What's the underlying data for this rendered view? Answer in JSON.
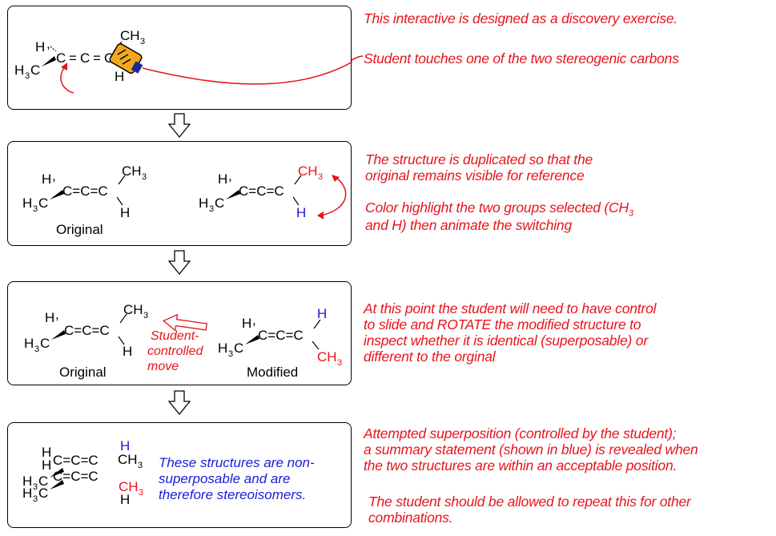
{
  "panels": [
    {
      "atoms": {
        "h_top": "H",
        "h3c": "H",
        "c1": "C",
        "eq1": "=",
        "c2": "C",
        "eq2": "=",
        "c3": "C",
        "ch3": "CH",
        "ch3_sub": "3",
        "h_bottom": "H",
        "h3c_sub": "3",
        "h3c_c": "C"
      }
    },
    {
      "label_left": "Original"
    },
    {
      "label_left": "Original",
      "label_right": "Modified",
      "move_label": [
        "Student-",
        "controlled",
        "move"
      ]
    },
    {
      "statement": [
        "These structures are non-",
        "superposable and are",
        "therefore stereoisomers."
      ]
    }
  ],
  "notes": {
    "n1": "This interactive is designed as a discovery exercise.",
    "n2": "Student touches one of the two stereogenic carbons",
    "n3_line1": "The structure is duplicated so that the",
    "n3_line2": "original remains visible for reference",
    "n4_line1": "Color highlight the two groups selected (CH",
    "n4_sub": "3",
    "n4_line2": "and H) then animate the switching",
    "n5_line1": "At this point the student will need to have control",
    "n5_line2": "to slide and ROTATE the modified structure to",
    "n5_line3": "inspect whether it is identical (superposable) or",
    "n5_line4": "different to the orginal",
    "n6_line1": "Attempted superposition (controlled by the student);",
    "n6_line2": "a summary statement (shown in blue) is revealed when",
    "n6_line3": "the two structures are within an acceptable position.",
    "n7_line1": "The student should be allowed to repeat this for other",
    "n7_line2": "combinations."
  },
  "colors": {
    "red": "#e8141b",
    "blue": "#1a1adb",
    "black": "#000000",
    "hand": "#f2a81d"
  }
}
